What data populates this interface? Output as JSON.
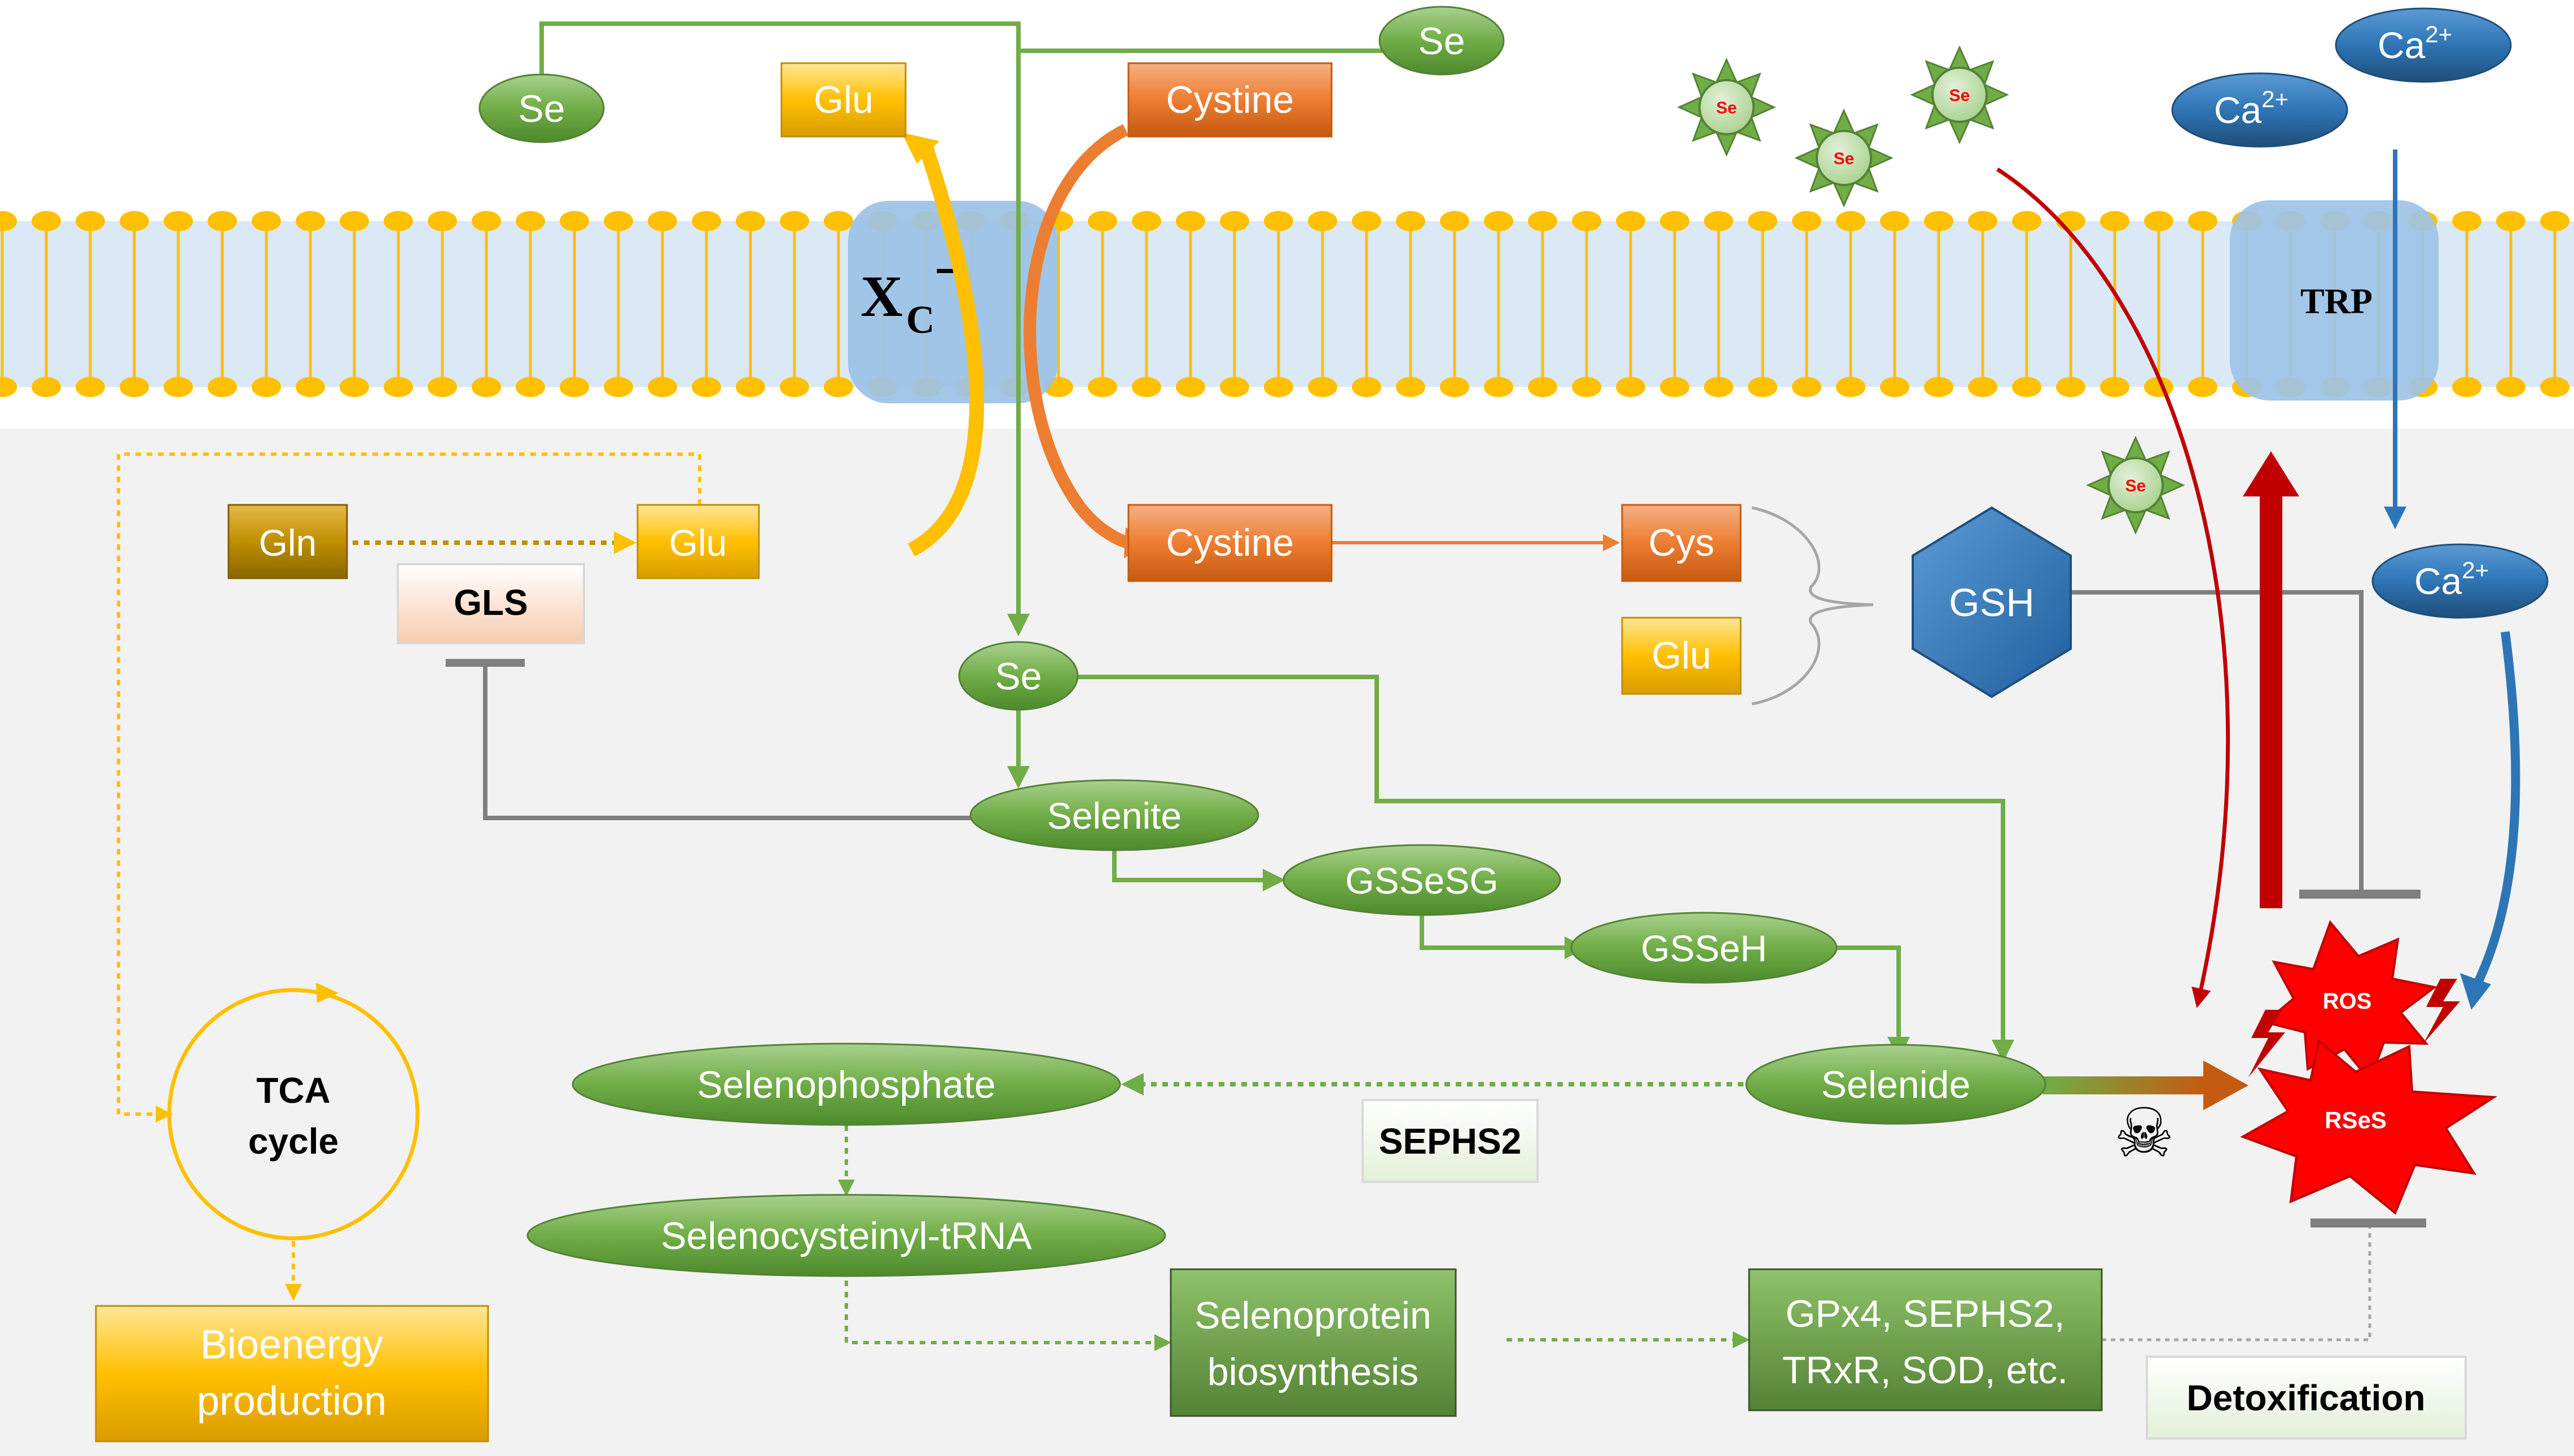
{
  "membrane": {
    "transporter_label": "X",
    "transporter_sub": "C",
    "transporter_sup": "−",
    "channel_label": "TRP"
  },
  "extracellular": {
    "se_left": "Se",
    "se_right": "Se",
    "glu": "Glu",
    "cystine": "Cystine",
    "nanoparticle_label": "Se",
    "ca_1": "Ca",
    "ca_2": "Ca",
    "ca_charge": "2+"
  },
  "intracellular": {
    "gln": "Gln",
    "glu_gls": "Glu",
    "gls": "GLS",
    "cystine": "Cystine",
    "cys": "Cys",
    "glu": "Glu",
    "gsh": "GSH",
    "ca": "Ca",
    "ca_charge": "2+",
    "se": "Se",
    "selenite": "Selenite",
    "gssesg": "GSSeSG",
    "gsseh": "GSSeH",
    "selenide": "Selenide",
    "selenophosphate": "Selenophosphate",
    "sephs2": "SEPHS2",
    "selenocysteinyl": "Selenocysteinyl-tRNA",
    "selenoprotein_1": "Selenoprotein",
    "selenoprotein_2": "biosynthesis",
    "enzymes_1": "GPx4, SEPHS2,",
    "enzymes_2": "TRxR, SOD, etc.",
    "detox": "Detoxification",
    "tca_1": "TCA",
    "tca_2": "cycle",
    "bio_1": "Bioenergy",
    "bio_2": "production",
    "ros": "ROS",
    "rses": "RSeS",
    "skull": "☠"
  },
  "colors": {
    "green": "#70ad47",
    "orange": "#ed7d31",
    "gold": "#ffc000",
    "blue": "#2e75b6",
    "red": "#c00000",
    "gray": "#7f7f7f",
    "membrane": "#bdd7ee"
  }
}
